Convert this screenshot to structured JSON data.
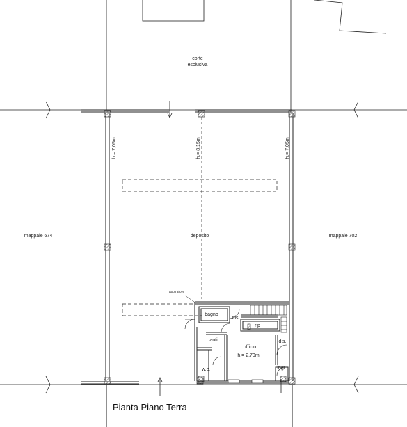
{
  "drawing": {
    "title": "Pianta Piano Terra"
  },
  "rooms": {
    "corte_line1": "corte",
    "corte_line2": "esclusiva",
    "deposito": "deposito",
    "bagno": "bagno",
    "rip": "rip",
    "dis_upper": "dis.",
    "dis_right": "dis.",
    "anti": "anti",
    "ufficio": "ufficio",
    "ufficio_height": "h.= 2,70m",
    "wc": "w.c.",
    "ingr": "ingr."
  },
  "parcels": {
    "left": "mappale 674",
    "right": "mappale 702"
  },
  "heights": {
    "left": "h.= 7,05m",
    "center": "h.= 8,15m",
    "right": "h.= 7,05m"
  },
  "annotations": {
    "aspiratore": "aspiratore"
  },
  "colors": {
    "line": "#222222",
    "hatch": "#555555"
  }
}
